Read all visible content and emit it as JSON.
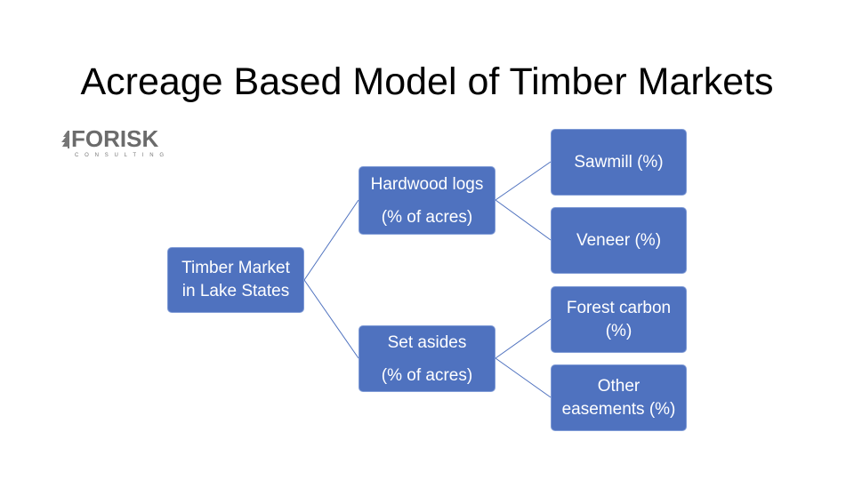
{
  "title": "Acreage Based Model of Timber Markets",
  "logo": {
    "name": "FORISK",
    "sub": "CONSULTING"
  },
  "nodes": {
    "root": [
      "Timber Market",
      "in Lake States"
    ],
    "hardwood": [
      "Hardwood logs",
      "(% of acres)"
    ],
    "setasides": [
      "Set asides",
      "(% of acres)"
    ],
    "sawmill": [
      "Sawmill (%)"
    ],
    "veneer": [
      "Veneer (%)"
    ],
    "carbon": [
      "Forest carbon",
      "(%)"
    ],
    "other": [
      "Other",
      "easements (%)"
    ]
  },
  "colors": {
    "box": "#4f72bf",
    "line": "#4f72bf"
  }
}
